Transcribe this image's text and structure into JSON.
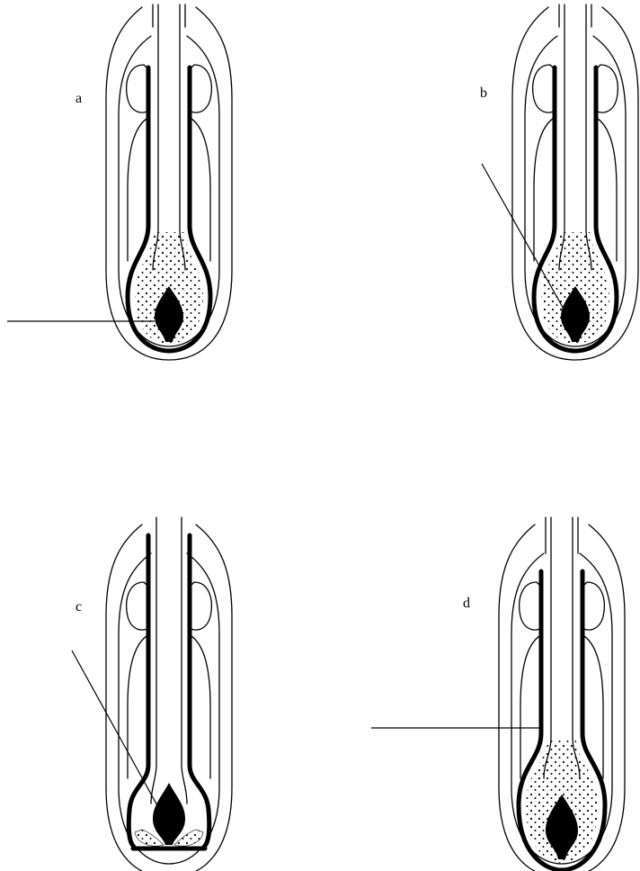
{
  "figure": {
    "panels": [
      {
        "id": "a",
        "label": "a",
        "matrix": "full",
        "sheath": "full"
      },
      {
        "id": "b",
        "label": "b",
        "matrix": "full",
        "sheath": "full"
      },
      {
        "id": "c",
        "label": "c",
        "matrix": "reduced",
        "sheath": "full"
      },
      {
        "id": "d",
        "label": "d",
        "matrix": "full",
        "sheath": "elongated"
      }
    ],
    "colors": {
      "ink": "#000000",
      "background": "#ffffff"
    }
  }
}
